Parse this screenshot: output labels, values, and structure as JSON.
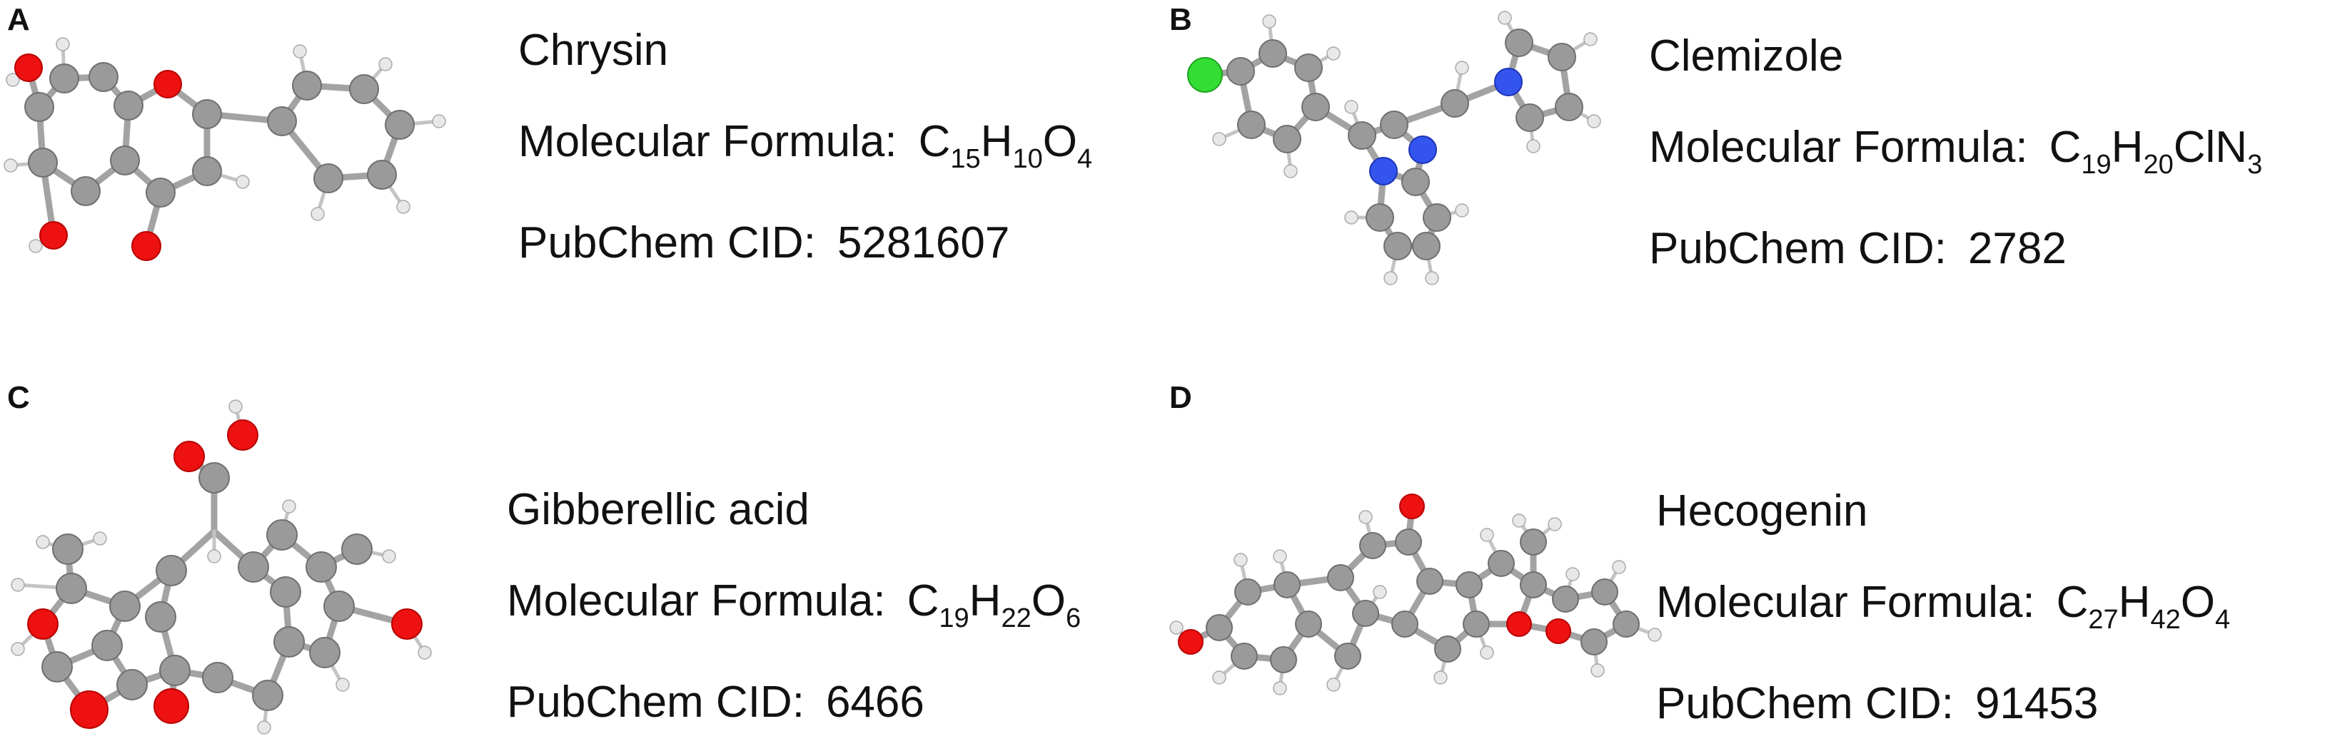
{
  "panels": [
    {
      "letter": "A",
      "compound": "Chrysin",
      "formula_label": "Molecular Formula:",
      "formula": [
        {
          "t": "C"
        },
        {
          "t": "15",
          "sub": true
        },
        {
          "t": "H"
        },
        {
          "t": "10",
          "sub": true
        },
        {
          "t": "O"
        },
        {
          "t": "4",
          "sub": true
        }
      ],
      "cid_label": "PubChem CID:",
      "cid": "5281607"
    },
    {
      "letter": "B",
      "compound": "Clemizole",
      "formula_label": "Molecular Formula:",
      "formula": [
        {
          "t": "C"
        },
        {
          "t": "19",
          "sub": true
        },
        {
          "t": "H"
        },
        {
          "t": "20",
          "sub": true
        },
        {
          "t": "ClN"
        },
        {
          "t": "3",
          "sub": true
        }
      ],
      "cid_label": "PubChem CID:",
      "cid": "2782"
    },
    {
      "letter": "C",
      "compound": "Gibberellic acid",
      "formula_label": "Molecular Formula:",
      "formula": [
        {
          "t": "C"
        },
        {
          "t": "19",
          "sub": true
        },
        {
          "t": "H"
        },
        {
          "t": "22",
          "sub": true
        },
        {
          "t": "O"
        },
        {
          "t": "6",
          "sub": true
        }
      ],
      "cid_label": "PubChem CID:",
      "cid": "6466"
    },
    {
      "letter": "D",
      "compound": "Hecogenin",
      "formula_label": "Molecular Formula:",
      "formula": [
        {
          "t": "C"
        },
        {
          "t": "27",
          "sub": true
        },
        {
          "t": "H"
        },
        {
          "t": "42",
          "sub": true
        },
        {
          "t": "O"
        },
        {
          "t": "4",
          "sub": true
        }
      ],
      "cid_label": "PubChem CID:",
      "cid": "91453"
    }
  ],
  "atom_colors": {
    "carbon": "#9a9a9a",
    "hydrogen": "#e8e8e8",
    "oxygen": "#ee1111",
    "nitrogen": "#3355ee",
    "chlorine": "#33dd33"
  }
}
